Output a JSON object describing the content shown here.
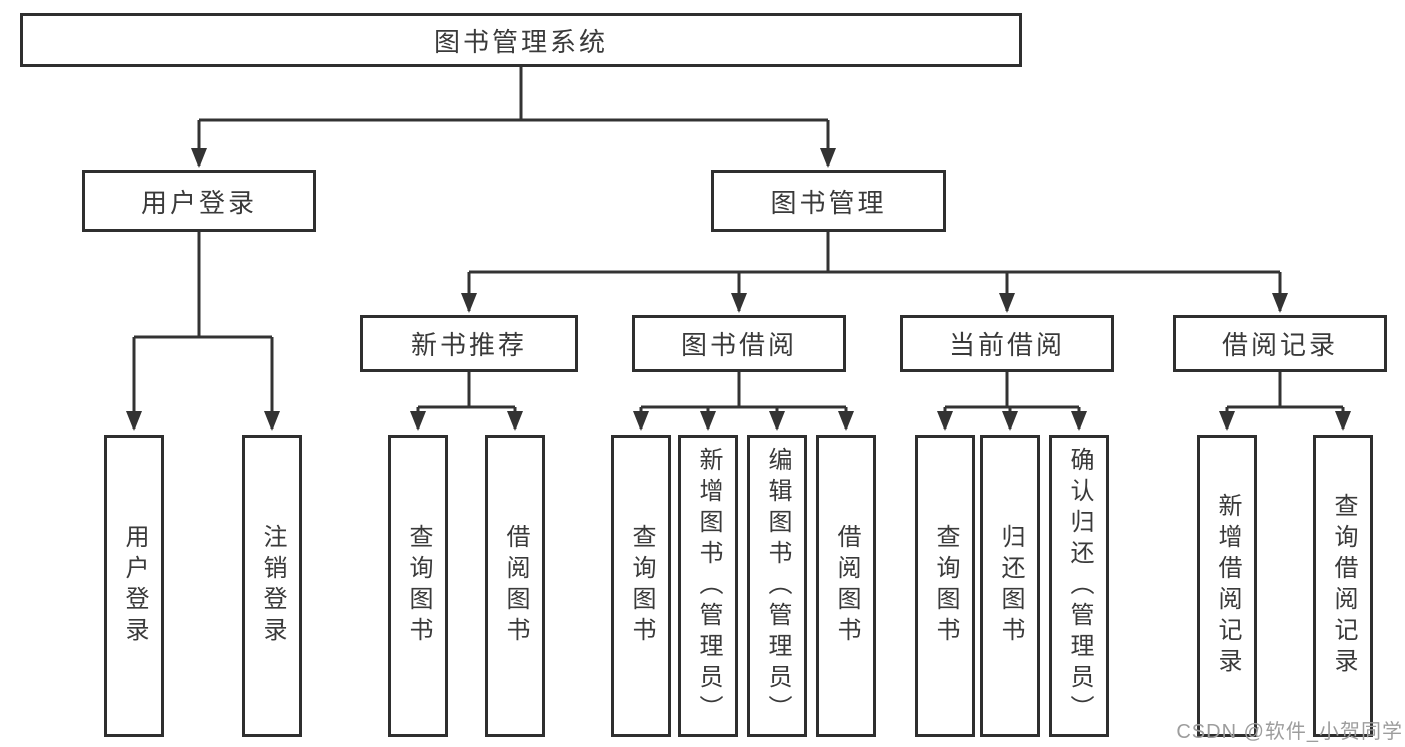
{
  "diagram": {
    "type": "hierarchy-tree",
    "root": "图书管理系统",
    "user_login": {
      "label": "用户登录",
      "children": [
        "用户登录",
        "注销登录"
      ]
    },
    "book_management": {
      "label": "图书管理",
      "groups": [
        {
          "label": "新书推荐",
          "children": [
            "查询图书",
            "借阅图书"
          ]
        },
        {
          "label": "图书借阅",
          "children": [
            "查询图书",
            "新增图书（管理员）",
            "编辑图书（管理员）",
            "借阅图书"
          ]
        },
        {
          "label": "当前借阅",
          "children": [
            "查询图书",
            "归还图书",
            "确认归还（管理员）"
          ]
        },
        {
          "label": "借阅记录",
          "children": [
            "新增借阅记录",
            "查询借阅记录"
          ]
        }
      ]
    }
  },
  "watermark": "CSDN @软件_小贺同学",
  "colors": {
    "line": "#333333",
    "box_border": "#2f2f2f",
    "text": "#3a3a3a",
    "background": "#ffffff",
    "watermark": "#9d9d9d"
  }
}
